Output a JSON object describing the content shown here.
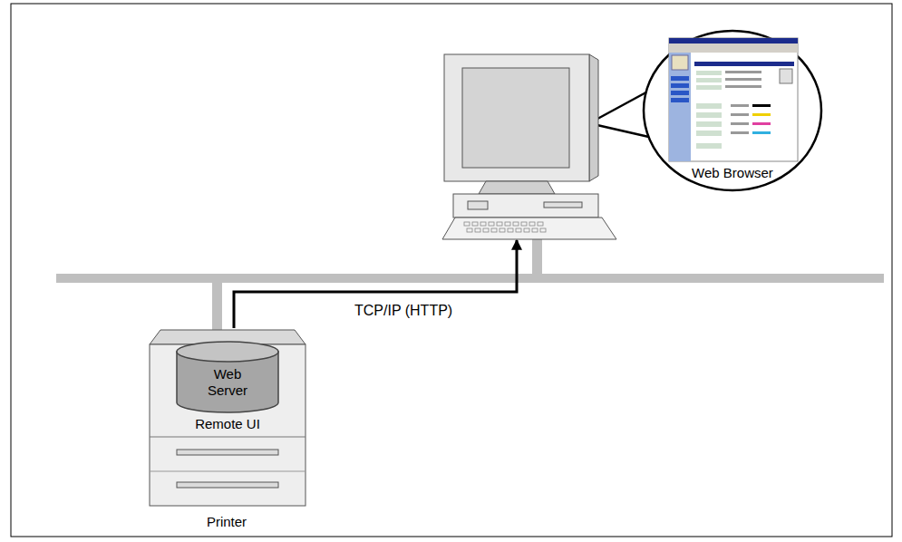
{
  "diagram": {
    "nodes": [
      {
        "text": [
          "Remote UI",
          "Printer"
        ]
      },
      {
        "text": [
          "Web Server"
        ],
        "in": 0
      },
      {
        "text": [
          "Web Browser"
        ]
      }
    ],
    "edges": [
      {
        "from": 0,
        "to": 2,
        "arrow": "to",
        "label": "TCP/IP (HTTP)"
      }
    ]
  }
}
